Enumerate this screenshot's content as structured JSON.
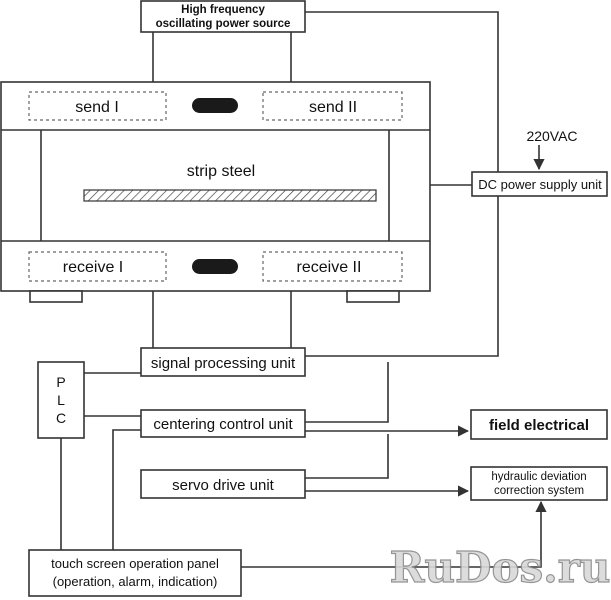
{
  "labels": {
    "hf_source_line1": "High frequency",
    "hf_source_line2": "oscillating power source",
    "send_1": "send I",
    "send_2": "send II",
    "strip_steel": "strip steel",
    "receive_1": "receive I",
    "receive_2": "receive II",
    "voltage": "220VAC",
    "dc_power": "DC power supply unit",
    "plc_p": "P",
    "plc_l": "L",
    "plc_c": "C",
    "signal_unit": "signal processing unit",
    "centering_unit": "centering control unit",
    "field_electrical": "field electrical",
    "servo_unit": "servo drive unit",
    "hydraulic_line1": "hydraulic deviation",
    "hydraulic_line2": "correction system",
    "panel_line1": "touch screen operation panel",
    "panel_line2": "(operation, alarm, indication)"
  },
  "watermark": "RuDos.ru",
  "colors": {
    "line": "#333333",
    "dash": "#666666",
    "sensor": "#1a1a1a",
    "watermark_fill": "#d9d9d9",
    "watermark_stroke": "#8a8a8a"
  }
}
